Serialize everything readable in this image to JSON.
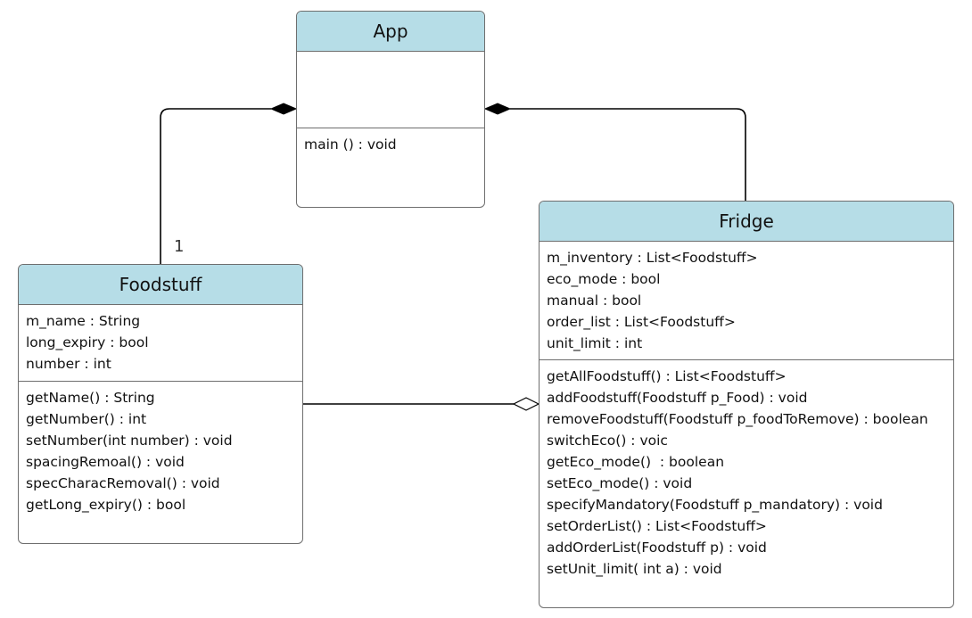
{
  "classes": {
    "app": {
      "name": "App",
      "attributes": [],
      "methods": [
        "main () : void"
      ]
    },
    "foodstuff": {
      "name": "Foodstuff",
      "attributes": [
        "m_name : String",
        "long_expiry : bool",
        "number : int"
      ],
      "methods": [
        "getName() : String",
        "getNumber() : int",
        "setNumber(int number) : void",
        "spacingRemoal() : void",
        "specCharacRemoval() : void",
        "getLong_expiry() : bool"
      ]
    },
    "fridge": {
      "name": "Fridge",
      "attributes": [
        "m_inventory : List<Foodstuff>",
        "eco_mode : bool",
        "manual : bool",
        "order_list : List<Foodstuff>",
        "unit_limit : int"
      ],
      "methods": [
        "getAllFoodstuff() : List<Foodstuff>",
        "addFoodstuff(Foodstuff p_Food) : void",
        "removeFoodstuff(Foodstuff p_foodToRemove) : boolean",
        "switchEco() : voic",
        "getEco_mode()  : boolean",
        "setEco_mode() : void",
        "specifyMandatory(Foodstuff p_mandatory) : void",
        "setOrderList() : List<Foodstuff>",
        "addOrderList(Foodstuff p) : void",
        "setUnit_limit( int a) : void"
      ]
    }
  },
  "relations": {
    "app_foodstuff": {
      "type": "composition",
      "multiplicity": "1"
    },
    "app_fridge": {
      "type": "composition"
    },
    "fridge_foodstuff": {
      "type": "aggregation"
    }
  },
  "colors": {
    "header_fill": "#b6dde7",
    "border": "#6e6e6e",
    "line": "#000000"
  }
}
